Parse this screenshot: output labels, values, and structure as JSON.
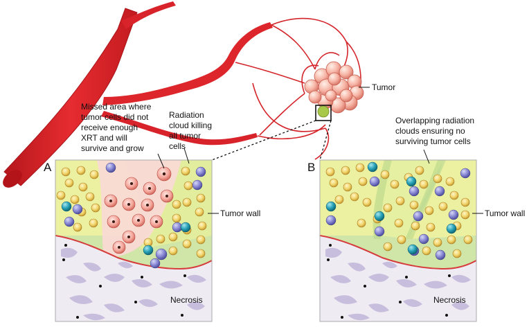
{
  "panels": [
    {
      "letter": "A",
      "wall_label": "Tumor wall",
      "necrosis_label": "Necrosis"
    },
    {
      "letter": "B",
      "wall_label": "Tumor wall",
      "necrosis_label": "Necrosis"
    }
  ],
  "labels": {
    "tumor": "Tumor",
    "missed_area": [
      "Missed area where",
      "tumor cells did not",
      "receive enough",
      "XRT and will",
      "survive and grow"
    ],
    "radiation_cloud": [
      "Radiation",
      "cloud killing",
      "all tumor",
      "cells"
    ],
    "overlapping": [
      "Overlapping radiation",
      "clouds ensuring no",
      "surviving tumor cells"
    ]
  },
  "colors": {
    "vessel": "#e0262b",
    "vessel_dark": "#b5171c",
    "tumor_cell": "#f6b3a4",
    "healthy_tissue": "#cfe6a8",
    "radiation": "#f2f4a0",
    "necrosis_bg": "#efebf3",
    "necrosis_blob": "#c6bedc",
    "tumor_wall": "#d63c3c",
    "missed_area": "#f9d9d4",
    "cell_blue": "#7f7fcf",
    "cell_teal": "#1e9ab0",
    "cell_yellow": "#f0d46a"
  }
}
